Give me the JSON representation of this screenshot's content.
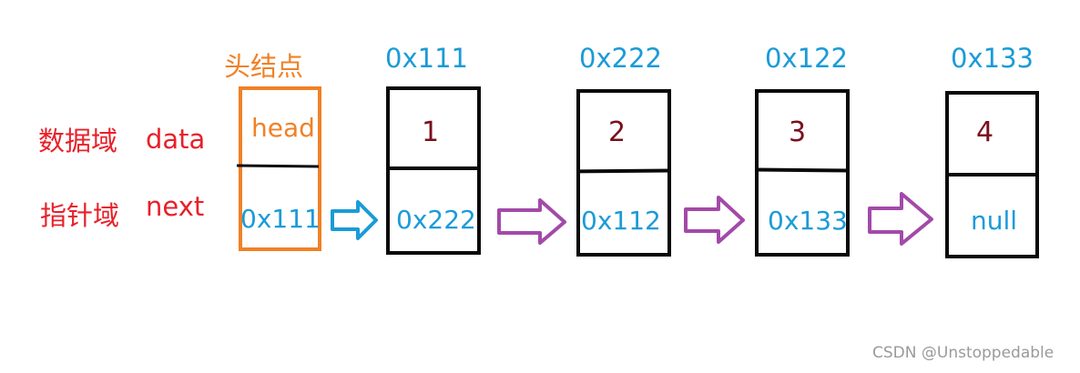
{
  "labels": {
    "data_field_cn": "数据域",
    "data_field_en": "data",
    "pointer_field_cn": "指针域",
    "pointer_field_en": "next",
    "head_node": "头结点"
  },
  "head": {
    "data": "head",
    "next": "0x111"
  },
  "nodes": [
    {
      "address": "0x111",
      "data": "1",
      "next": "0x222"
    },
    {
      "address": "0x222",
      "data": "2",
      "next": "0x112"
    },
    {
      "address": "0x122",
      "data": "3",
      "next": "0x133"
    },
    {
      "address": "0x133",
      "data": "4",
      "next": "null"
    }
  ],
  "watermark": "CSDN @Unstoppedable",
  "colors": {
    "label": "#e8202a",
    "address": "#1a9bd8",
    "head": "#f08126",
    "value": "#7a0f1c",
    "arrow_blue": "#1a9bd8",
    "arrow_purple": "#a24aa8",
    "box": "#0a0a0a"
  }
}
